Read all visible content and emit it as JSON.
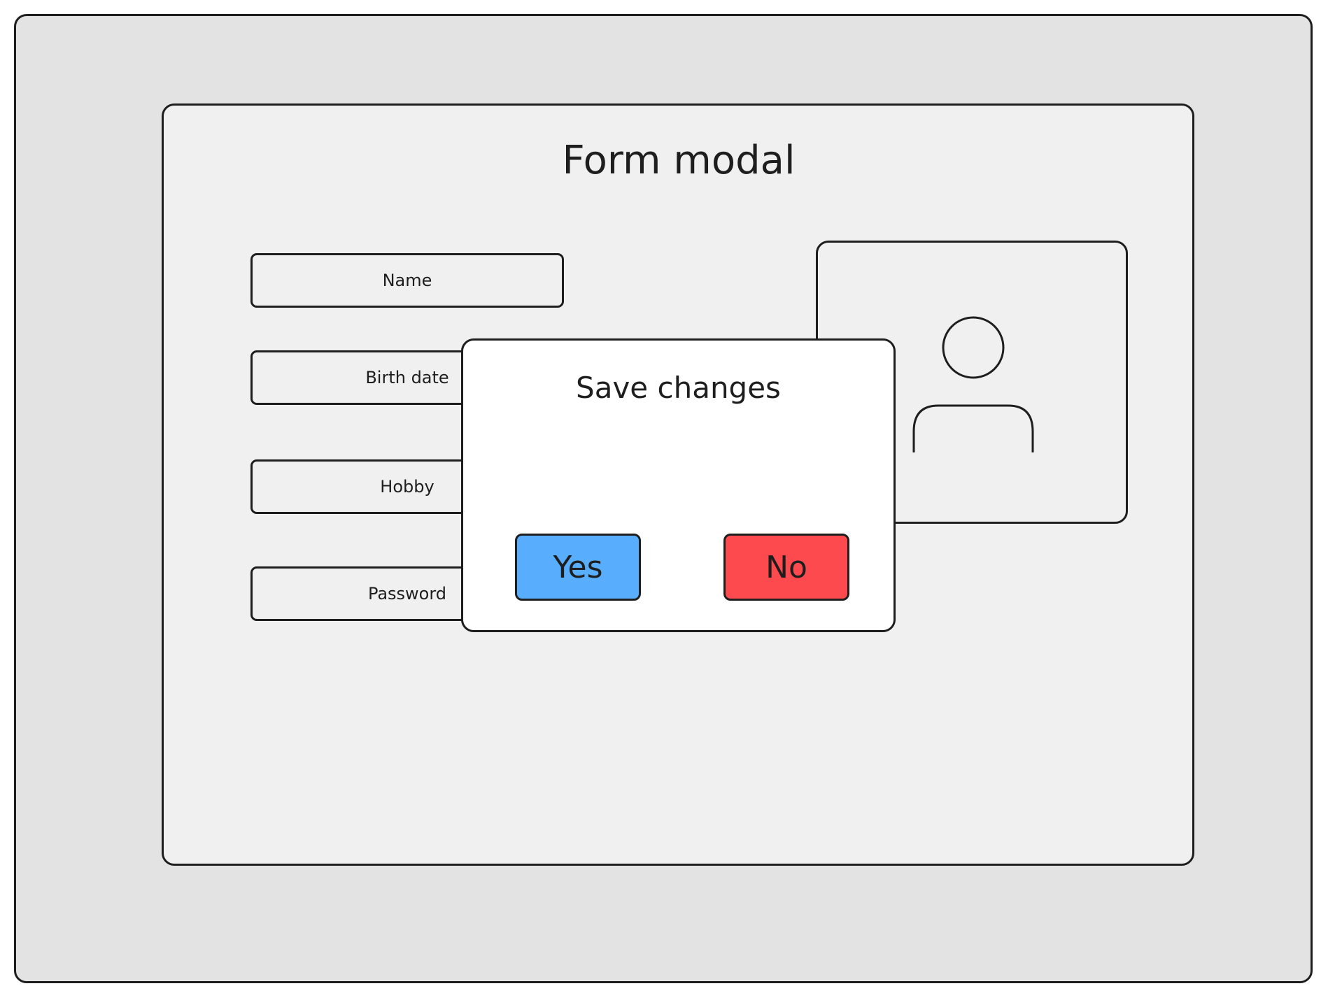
{
  "modal": {
    "title": "Form modal",
    "fields": [
      {
        "placeholder": "Name"
      },
      {
        "placeholder": "Birth date"
      },
      {
        "placeholder": "Hobby"
      },
      {
        "placeholder": "Password"
      }
    ],
    "photo": {
      "icon": "user-avatar-icon"
    }
  },
  "dialog": {
    "title": "Save changes",
    "yes_label": "Yes",
    "no_label": "No"
  },
  "colors": {
    "screen_bg": "#e3e3e3",
    "modal_bg": "#f0f0f0",
    "dialog_bg": "#ffffff",
    "yes": "#58aefc",
    "no": "#fc4a4e",
    "stroke": "#1e1e1e"
  }
}
